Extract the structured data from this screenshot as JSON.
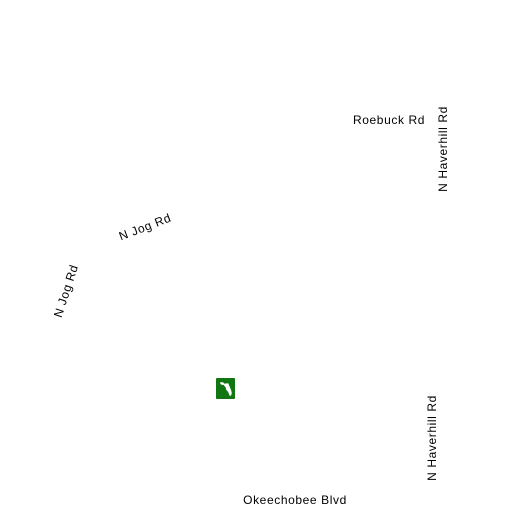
{
  "map": {
    "roads": {
      "roebuck": "Roebuck Rd",
      "haverhill_north": "N Haverhill Rd",
      "jog_upper": "N Jog Rd",
      "jog_lower": "N Jog Rd",
      "haverhill_south": "N Haverhill Rd",
      "okeechobee": "Okeechobee Blvd"
    },
    "shield": {
      "icon": "florida-state-road-shield-icon",
      "color": "#117511"
    },
    "background_color": "#ffffff"
  }
}
